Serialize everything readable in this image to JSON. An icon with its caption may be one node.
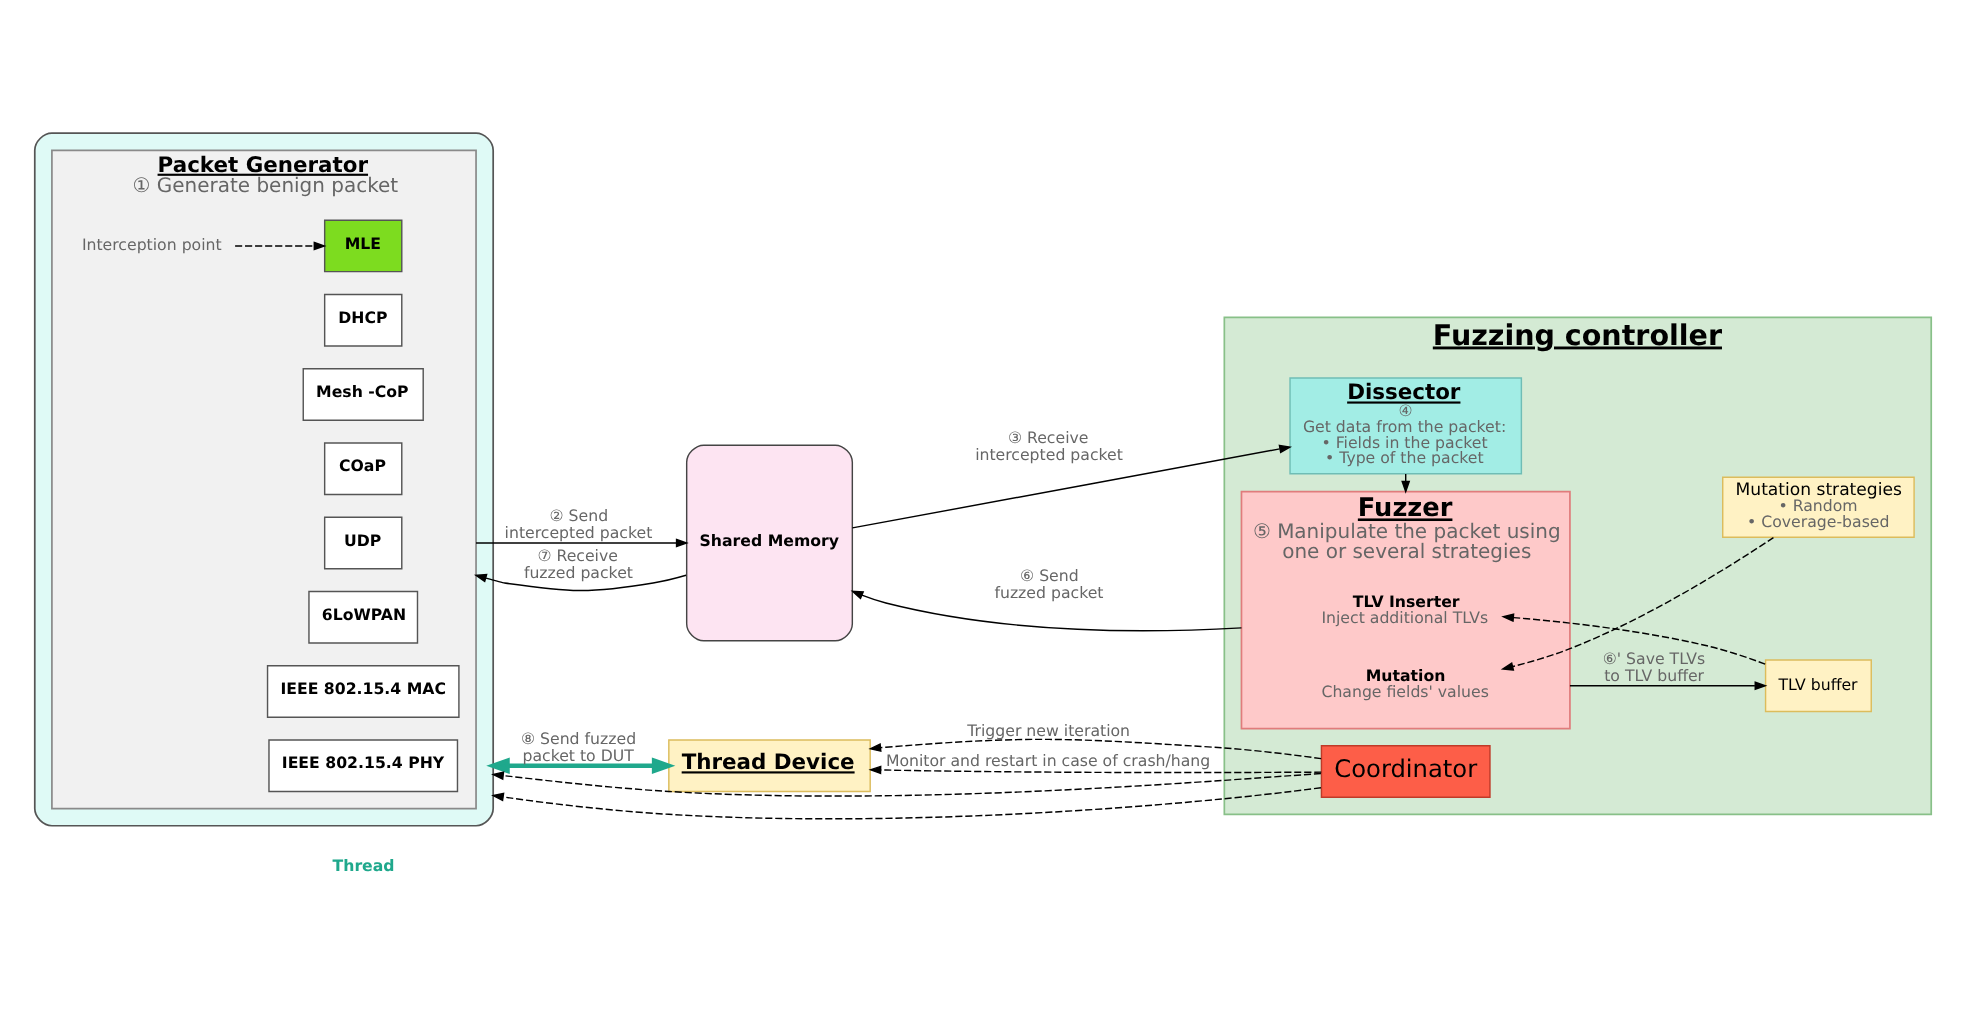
{
  "diagram": {
    "nodes": [
      {
        "text": [],
        "shape": "box"
      },
      {
        "text": [
          "Packet Generator",
          "① Generate benign packet"
        ],
        "in": 0
      },
      {
        "text": [
          "Interception point"
        ],
        "in": 1
      },
      {
        "text": [
          "MLE"
        ],
        "in": 1
      },
      {
        "text": [
          "DHCP"
        ],
        "in": 1
      },
      {
        "text": [
          "Mesh -CoP"
        ],
        "in": 1
      },
      {
        "text": [
          "COaP"
        ],
        "in": 1
      },
      {
        "text": [
          "UDP"
        ],
        "in": 1
      },
      {
        "text": [
          "6LoWPAN"
        ],
        "in": 1
      },
      {
        "text": [
          "IEEE 802.15.4 MAC"
        ],
        "in": 1
      },
      {
        "text": [
          "IEEE 802.15.4 PHY"
        ],
        "in": 1
      },
      {
        "text": [
          "Shared Memory"
        ]
      },
      {
        "text": [
          "Fuzzing controller"
        ]
      },
      {
        "text": [
          "Dissector",
          "④",
          "Get data from the packet:",
          "• Fields in the packet",
          "• Type of the packet"
        ],
        "in": 12
      },
      {
        "text": [
          "Fuzzer",
          "⑤ Manipulate the packet using one or several strategies"
        ],
        "in": 12
      },
      {
        "text": [
          "TLV Inserter",
          "Inject additional TLVs"
        ],
        "in": 14
      },
      {
        "text": [
          "Mutation",
          "Change fields' values"
        ],
        "in": 14
      },
      {
        "text": [
          "TLV buffer"
        ],
        "in": 12
      },
      {
        "text": [
          "Mutation strategies",
          "• Random",
          "• Coverage-based"
        ],
        "in": 12
      },
      {
        "text": [
          "Coordinator"
        ],
        "in": 12
      },
      {
        "text": [
          "Thread Device"
        ]
      }
    ],
    "edges": [
      {
        "from": 2,
        "to": 3,
        "arrow": "to",
        "style": "dashed"
      },
      {
        "from": 1,
        "to": 11,
        "arrow": "to",
        "label": "② Send intercepted packet"
      },
      {
        "from": 11,
        "to": 1,
        "arrow": "to",
        "label": "⑦ Receive fuzzed packet"
      },
      {
        "from": 11,
        "to": 13,
        "arrow": "to",
        "label": "③ Receive intercepted packet"
      },
      {
        "from": 13,
        "to": 14,
        "arrow": "to"
      },
      {
        "from": 14,
        "to": 11,
        "arrow": "to",
        "label": "⑥ Send fuzzed packet"
      },
      {
        "from": 14,
        "to": 17,
        "arrow": "to",
        "label": "⑥' Save TLVs to TLV buffer"
      },
      {
        "from": 17,
        "to": 15,
        "arrow": "to",
        "style": "dashed"
      },
      {
        "from": 18,
        "to": 16,
        "arrow": "to",
        "style": "dashed"
      },
      {
        "from": 0,
        "to": 20,
        "arrow": "both",
        "label": "⑧ Send fuzzed packet to DUT",
        "style": "thick",
        "color": "#1fa88c"
      },
      {
        "from": 19,
        "to": 0,
        "arrow": "to",
        "style": "dashed"
      },
      {
        "from": 19,
        "to": 0,
        "arrow": "to",
        "style": "dashed"
      },
      {
        "from": 19,
        "to": 20,
        "arrow": "to",
        "label": "Trigger new iteration",
        "style": "dashed"
      },
      {
        "from": 19,
        "to": 20,
        "arrow": "to",
        "label": "Monitor and restart in case of crash/hang",
        "style": "dashed"
      }
    ],
    "labels": [
      "Thread"
    ]
  }
}
